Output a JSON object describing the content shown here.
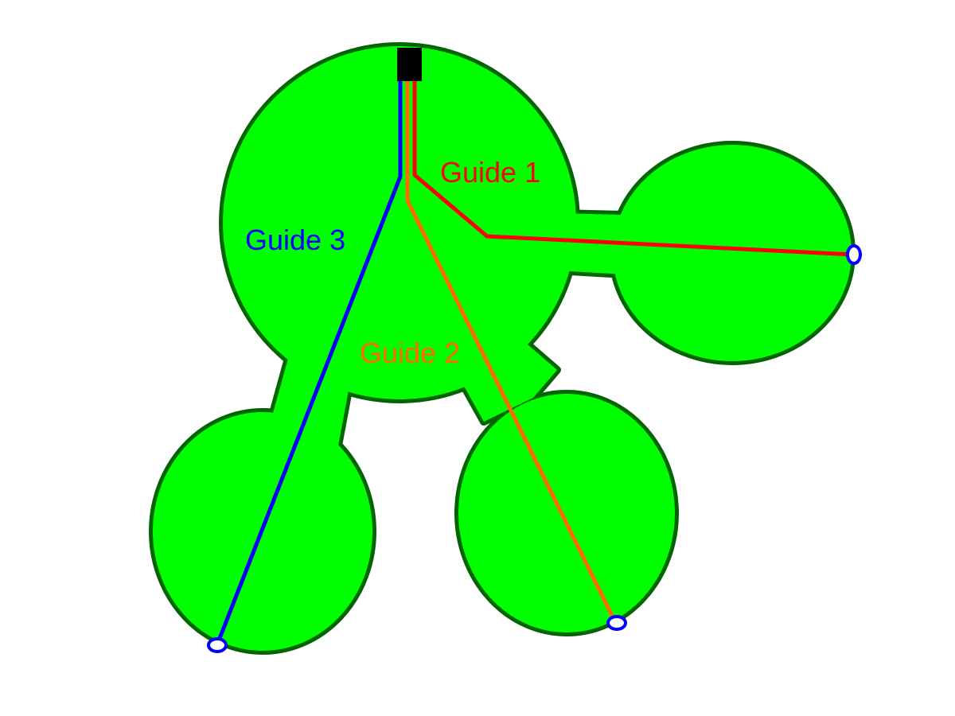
{
  "diagram": {
    "colors": {
      "region_fill": "#00ff00",
      "region_outline": "#006400",
      "source_block": "#000000",
      "endpoint_marker": "#0000ff",
      "background": "#ffffff"
    },
    "guides": [
      {
        "label": "Guide 1",
        "color": "#ff0000"
      },
      {
        "label": "Guide 2",
        "color": "#ff6a00"
      },
      {
        "label": "Guide 3",
        "color": "#0000ff"
      }
    ]
  }
}
